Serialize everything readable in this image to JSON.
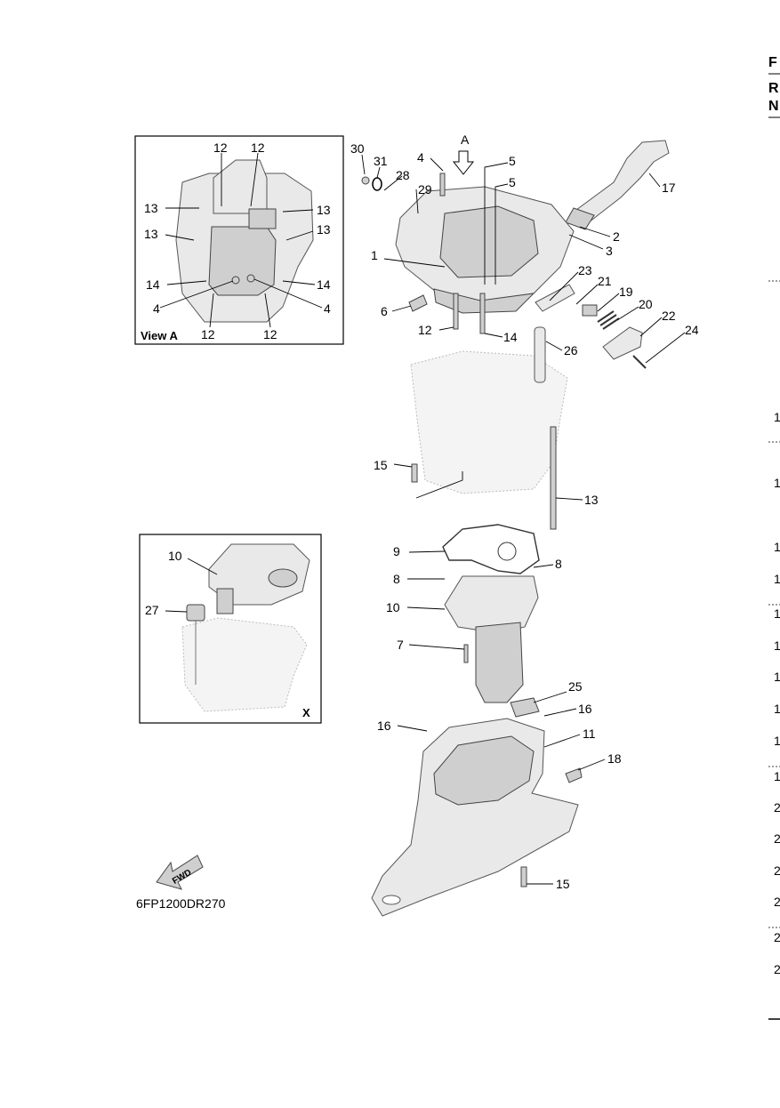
{
  "diagram_code": "6FP1200DR270",
  "view_a": {
    "title": "View A",
    "callouts": [
      "12",
      "12",
      "13",
      "13",
      "13",
      "13",
      "14",
      "14",
      "4",
      "4",
      "12",
      "12"
    ]
  },
  "view_x": {
    "title": "X",
    "callouts": [
      "10",
      "27"
    ]
  },
  "fwd_arrow": {
    "label": "FWD"
  },
  "direction_marker": {
    "label": "A"
  },
  "callouts": [
    "30",
    "31",
    "28",
    "4",
    "29",
    "5",
    "5",
    "17",
    "2",
    "3",
    "1",
    "23",
    "21",
    "19",
    "20",
    "22",
    "24",
    "6",
    "12",
    "14",
    "26",
    "15",
    "13",
    "9",
    "8",
    "8",
    "10",
    "7",
    "25",
    "16",
    "16",
    "11",
    "18",
    "15"
  ],
  "edge": {
    "letters": [
      "F",
      "R",
      "N"
    ],
    "numbers": [
      "1",
      "1",
      "1",
      "1",
      "1",
      "1",
      "1",
      "1",
      "1",
      "1",
      "2",
      "2",
      "2",
      "2",
      "2",
      "2"
    ]
  }
}
